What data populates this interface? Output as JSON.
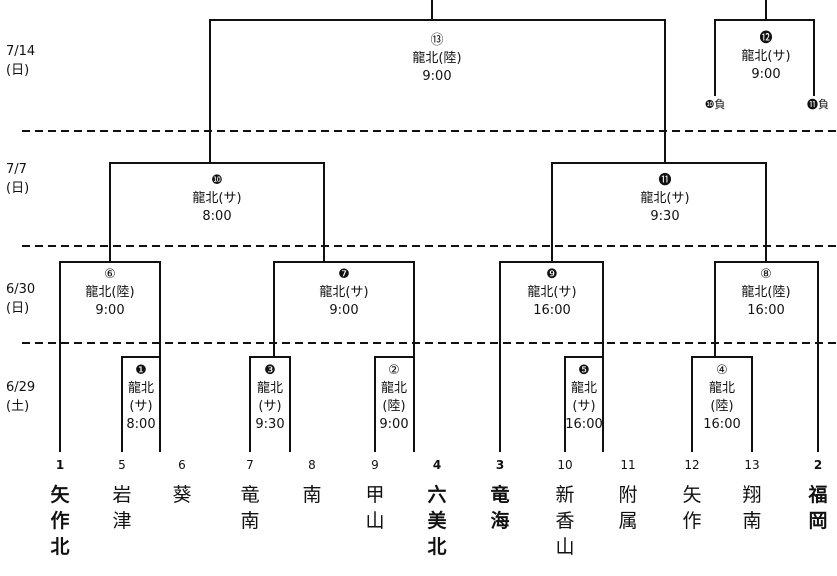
{
  "dates": [
    {
      "date": "7/14",
      "day": "(日)"
    },
    {
      "date": "7/7",
      "day": "(日)"
    },
    {
      "date": "6/30",
      "day": "(日)"
    },
    {
      "date": "6/29",
      "day": "(土)"
    }
  ],
  "matches": {
    "m1": {
      "no": "❶",
      "venue": "龍北\n(サ)",
      "time": "8:00"
    },
    "m3": {
      "no": "❸",
      "venue": "龍北\n(サ)",
      "time": "9:30"
    },
    "m2": {
      "no": "②",
      "venue": "龍北\n(陸)",
      "time": "9:00"
    },
    "m5": {
      "no": "❺",
      "venue": "龍北\n(サ)",
      "time": "16:00"
    },
    "m4": {
      "no": "④",
      "venue": "龍北\n(陸)",
      "time": "16:00"
    },
    "m6": {
      "no": "⑥",
      "venue": "龍北(陸)",
      "time": "9:00"
    },
    "m7": {
      "no": "❼",
      "venue": "龍北(サ)",
      "time": "9:00"
    },
    "m9": {
      "no": "❾",
      "venue": "龍北(サ)",
      "time": "16:00"
    },
    "m8": {
      "no": "⑧",
      "venue": "龍北(陸)",
      "time": "16:00"
    },
    "m10": {
      "no": "❿",
      "venue": "龍北(サ)",
      "time": "8:00"
    },
    "m11": {
      "no": "⓫",
      "venue": "龍北(サ)",
      "time": "9:30"
    },
    "m13": {
      "no": "⑬",
      "venue": "龍北(陸)",
      "time": "9:00"
    },
    "m12": {
      "no": "⓬",
      "venue": "龍北(サ)",
      "time": "9:00"
    }
  },
  "losers": {
    "left": "❿負",
    "right": "⓫負"
  },
  "teams": [
    {
      "num": "1",
      "name": "矢作北",
      "seed": true
    },
    {
      "num": "5",
      "name": "岩津",
      "seed": false
    },
    {
      "num": "6",
      "name": "葵",
      "seed": false
    },
    {
      "num": "7",
      "name": "竜南",
      "seed": false
    },
    {
      "num": "8",
      "name": "南",
      "seed": false
    },
    {
      "num": "9",
      "name": "甲山",
      "seed": false
    },
    {
      "num": "4",
      "name": "六美北",
      "seed": true
    },
    {
      "num": "3",
      "name": "竜海",
      "seed": true
    },
    {
      "num": "10",
      "name": "新香山",
      "seed": false
    },
    {
      "num": "11",
      "name": "附属",
      "seed": false
    },
    {
      "num": "12",
      "name": "矢作",
      "seed": false
    },
    {
      "num": "13",
      "name": "翔南",
      "seed": false
    },
    {
      "num": "2",
      "name": "福岡",
      "seed": true
    }
  ]
}
